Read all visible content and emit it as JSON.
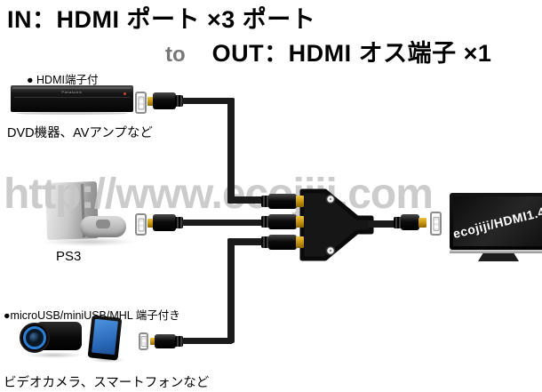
{
  "title": {
    "line1": "IN：HDMI ポート ×3 ポート",
    "to": "to",
    "line2": "OUT：HDMI オス端子 ×1"
  },
  "watermark": "http://www.ecojiji.com",
  "sources": {
    "dvd": {
      "label": "● HDMI端子付",
      "brand": "Panasonic",
      "caption": "DVD機器、AVアンプなど"
    },
    "ps3": {
      "caption": "PS3"
    },
    "mobile": {
      "label": "●microUSB/miniUSB/MHL 端子付き",
      "caption": "ビデオカメラ、スマートフォンなど"
    }
  },
  "tv": {
    "screen_text": "ecojiji/HDMI1.4"
  },
  "colors": {
    "title_black": "#000000",
    "to_gray": "#777777",
    "watermark_gray": "#c7c7c7",
    "cable_black": "#1b1b1b",
    "connector_gold": "#c3900e",
    "phone_screen_blue": "#2f76c8",
    "camcorder_ring_blue": "#2a7fd4",
    "background": "#ffffff"
  }
}
